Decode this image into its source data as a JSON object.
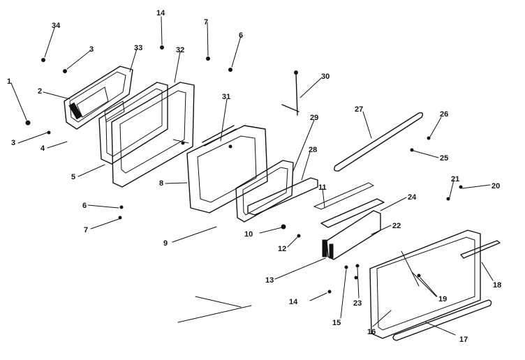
{
  "diagram": {
    "callouts": [
      "34",
      "3",
      "14",
      "7",
      "6",
      "33",
      "32",
      "1",
      "2",
      "30",
      "3",
      "31",
      "27",
      "26",
      "29",
      "4",
      "28",
      "25",
      "5",
      "8",
      "11",
      "21",
      "20",
      "6",
      "24",
      "7",
      "22",
      "9",
      "10",
      "12",
      "13",
      "18",
      "19",
      "14",
      "23",
      "15",
      "16",
      "17"
    ]
  },
  "colors": {
    "line": "#111111",
    "background": "#ffffff"
  }
}
